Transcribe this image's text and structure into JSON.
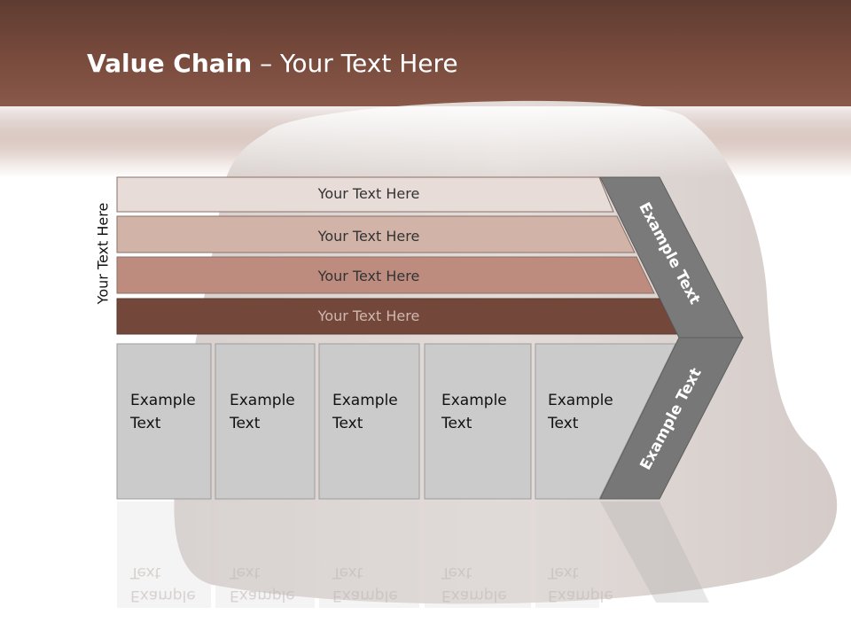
{
  "title": {
    "bold": "Value Chain",
    "rest": " – Your Text Here"
  },
  "side_label": "Your Text Here",
  "bars": [
    {
      "label": "Your Text Here",
      "color": "#e8dcd8"
    },
    {
      "label": "Your Text Here",
      "color": "#d2b3a8"
    },
    {
      "label": "Your Text Here",
      "color": "#bd8c7e"
    },
    {
      "label": "Your Text Here",
      "color": "#74473b"
    }
  ],
  "boxes": [
    {
      "line1": "Example",
      "line2": "Text"
    },
    {
      "line1": "Example",
      "line2": "Text"
    },
    {
      "line1": "Example",
      "line2": "Text"
    },
    {
      "line1": "Example",
      "line2": "Text"
    },
    {
      "line1": "Example",
      "line2": "Text"
    }
  ],
  "chevron_top_label": "Example Text",
  "chevron_bottom_label": "Example Text",
  "colors": {
    "header": "#6e4537",
    "chevron": "#7a7a7a",
    "box": "#cbcbcb"
  }
}
